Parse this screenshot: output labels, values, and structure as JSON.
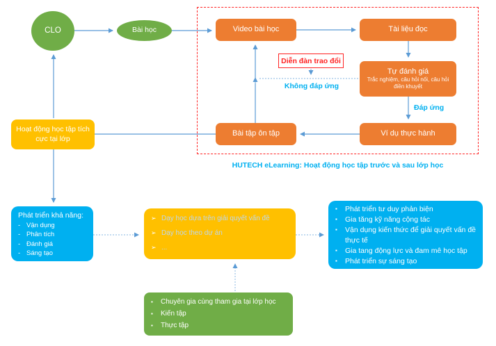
{
  "nodes": {
    "clo": "CLO",
    "bai_hoc": "Bài học",
    "video_bai_hoc": "Video bài học",
    "tai_lieu_doc": "Tài liệu đọc",
    "dien_dan_trao_doi": "Diễn đàn trao đổi",
    "tu_danh_gia": {
      "title": "Tự đánh giá",
      "subtitle": "Trắc nghiệm, câu hỏi nối, câu hỏi điền khuyết"
    },
    "vi_du_thuc_hanh": "Ví dụ thực hành",
    "bai_tap_on_tap": "Bài tập ôn tập",
    "hoat_dong_hoc_tap": "Hoạt động học tập tích cực tại lớp",
    "phat_trien_kha_nang": {
      "title": "Phát triển khả năng:",
      "items": [
        "Vận dụng",
        "Phân tích",
        "Đánh giá",
        "Sáng tạo"
      ]
    },
    "phuong_phap_day_hoc": {
      "items": [
        "Dạy học dựa trên giải quyết vấn đề",
        "Dạy học theo dự án",
        "..."
      ]
    },
    "ket_qua": {
      "items": [
        "Phát triển tư duy phản biện",
        "Gia tăng kỹ năng cộng tác",
        "Vận dụng kiến thức để giải quyết vấn đề thực tế",
        "Gia tang động lực và đam mê học tập",
        "Phát triển sự sáng tạo"
      ]
    },
    "hoat_dong_thuc_te": {
      "items": [
        "Chuyên gia cùng tham gia tại lớp học",
        "Kiến tập",
        "Thực tập"
      ]
    }
  },
  "labels": {
    "khong_dap_ung": "Không đáp ứng",
    "dap_ung": "Đáp ứng",
    "caption": "HUTECH eLearning: Hoạt động học tập trước và sau lớp học"
  },
  "bullets": {
    "arrow": "➢",
    "square": "▪",
    "dash": "-"
  },
  "colors": {
    "green": "#70AD47",
    "orange": "#ED7D31",
    "yellow": "#FFC000",
    "cyan": "#00B0F0",
    "arrow_blue": "#5B9BD5",
    "dotted_blue": "#9DC3E6",
    "red": "#FF2222",
    "light_blue_text": "#BDD7EE"
  }
}
